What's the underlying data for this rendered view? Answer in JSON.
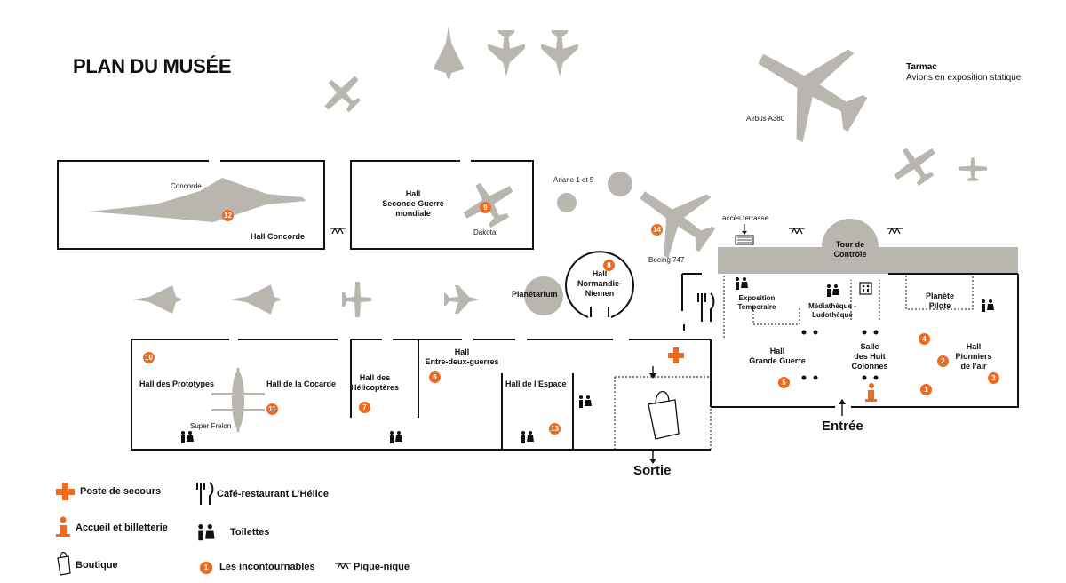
{
  "title": "PLAN DU MUSÉE",
  "tarmac": {
    "title": "Tarmac",
    "subtitle": "Avions en exposition statique"
  },
  "aircraft_labels": {
    "a380": "Airbus A380",
    "concorde": "Concorde",
    "dakota": "Dakota",
    "ariane": "Ariane 1 et 5",
    "boeing": "Boeing 747",
    "frelon": "Super Frelon"
  },
  "halls": {
    "concorde": "Hall Concorde",
    "seconde_guerre": "Hall\nSeconde Guerre\nmondiale",
    "normandie": "Hall\nNormandie-\nNiemen",
    "planetarium": "Planétarium",
    "prototypes": "Hall des Prototypes",
    "cocarde": "Hall de la Cocarde",
    "helicopteres": "Hall des\nHélicoptères",
    "entre_deux_guerres": "Hall\nEntre-deux-guerres",
    "espace": "Hall de l’Espace",
    "expo_temporaire": "Exposition\nTemporaire",
    "mediatheque": "Médiathèque -\nLudothèque",
    "planete_pilote": "Planète\nPilote",
    "grande_guerre": "Hall\nGrande Guerre",
    "huit_colonnes": "Salle\ndes Huit\nColonnes",
    "pionniers": "Hall\nPionniers\nde l’air",
    "tour": "Tour de\nContrôle",
    "acces_terrasse": "accès terrasse"
  },
  "directions": {
    "sortie": "Sortie",
    "entree": "Entrée"
  },
  "badges": [
    "1",
    "2",
    "3",
    "4",
    "5",
    "6",
    "7",
    "8",
    "9",
    "10",
    "11",
    "12",
    "13",
    "14"
  ],
  "legend": {
    "secours": "Poste de secours",
    "accueil": "Accueil et billetterie",
    "boutique": "Boutique",
    "cafe": "Café-restaurant L’Hélice",
    "toilettes": "Toilettes",
    "incontournables": "Les incontournables",
    "incontournables_badge": "1",
    "pique_nique": "Pique-nique"
  },
  "colors": {
    "accent": "#ee6a1f",
    "aircraft": "#b8b6ae",
    "walls": "#111111"
  }
}
